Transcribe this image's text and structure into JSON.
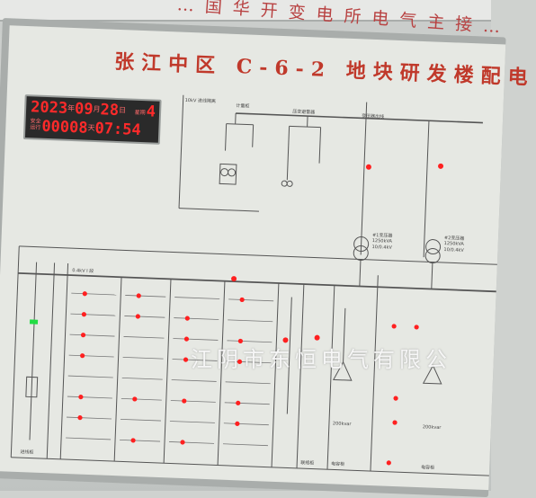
{
  "header_partial": "…国华开变电所电气主接…",
  "panel": {
    "title": "张江中区 C-6-2 地块研发楼配电",
    "watermark": "江阴市东恒电气有限公"
  },
  "clock": {
    "year": "2023",
    "year_unit": "年",
    "month": "09",
    "month_unit": "月",
    "day": "28",
    "day_unit": "日",
    "weekday_label": "星期",
    "weekday": "4",
    "runtime_label_1": "安全",
    "runtime_label_2": "运行",
    "run_days": "00008",
    "day_unit2": "天",
    "time": "07:54"
  },
  "labels": {
    "incoming_10kv": "10kV 进线隔离",
    "metering": "计量柜",
    "pt": "压变避雷器",
    "transformer_out_1": "变压器出线",
    "transformer_1": "#1变压器",
    "transformer_1_rating": "1250kVA",
    "transformer_1_voltage": "10/0.4kV",
    "transformer_2": "#2变压器",
    "transformer_2_rating": "1250kVA",
    "transformer_2_voltage": "10/0.4kV",
    "bus_04kv": "0.4kV I 段",
    "incoming_line": "进线柜",
    "contact": "联络柜",
    "capacitor": "电容柜",
    "capacitor_2": "电容柜",
    "cap_rating": "200kvar",
    "cap_rating_2": "200kvar"
  },
  "colors": {
    "line": "#555555",
    "light_red": "#ff2020",
    "light_green": "#22dd44",
    "title": "#c0392b"
  }
}
